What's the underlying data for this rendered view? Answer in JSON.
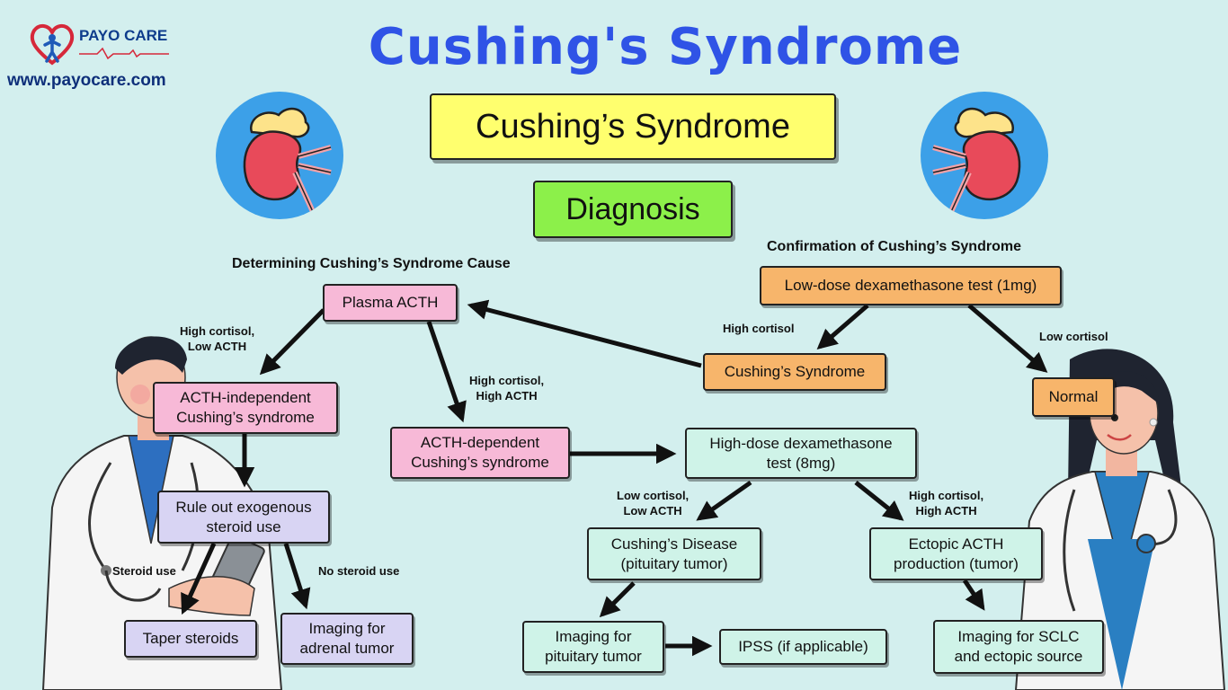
{
  "brand": {
    "name": "PAYO CARE",
    "url": "www.payocare.com"
  },
  "title": "Cushing's Syndrome",
  "subtitle_box": "Cushing’s Syndrome",
  "diagnosis_box": "Diagnosis",
  "sections": {
    "cause": "Determining Cushing’s Syndrome Cause",
    "confirmation": "Confirmation of Cushing’s Syndrome"
  },
  "nodes": {
    "low_dose": "Low-dose dexamethasone test (1mg)",
    "cushings_syndrome": "Cushing’s Syndrome",
    "normal": "Normal",
    "plasma_acth": "Plasma ACTH",
    "acth_independent": "ACTH-independent\nCushing’s syndrome",
    "acth_dependent": "ACTH-dependent\nCushing’s syndrome",
    "rule_out": "Rule out exogenous\nsteroid use",
    "taper": "Taper steroids",
    "imaging_adrenal": "Imaging for\nadrenal tumor",
    "high_dose": "High-dose dexamethasone\ntest (8mg)",
    "cushings_disease": "Cushing’s Disease\n(pituitary tumor)",
    "ectopic": "Ectopic ACTH\nproduction (tumor)",
    "imaging_pituitary": "Imaging for\npituitary tumor",
    "ipss": "IPSS (if applicable)",
    "imaging_sclc": "Imaging for SCLC\nand ectopic source"
  },
  "edge_labels": {
    "high_cortisol": "High cortisol",
    "low_cortisol": "Low cortisol",
    "high_cortisol_low_acth": "High cortisol,\nLow ACTH",
    "high_cortisol_high_acth_left": "High cortisol,\nHigh ACTH",
    "low_cortisol_low_acth": "Low cortisol,\nLow ACTH",
    "high_cortisol_high_acth_right": "High cortisol,\nHigh ACTH",
    "steroid_use": "Steroid use",
    "no_steroid_use": "No steroid use"
  },
  "icons": {
    "logo": "heart-person-logo",
    "kidney_left": "kidney-adrenal-icon",
    "kidney_right": "kidney-adrenal-icon",
    "doctor_left": "male-doctor-illustration",
    "doctor_right": "female-doctor-illustration"
  },
  "colors": {
    "title": "#2f53e6",
    "yellow": "#ffff6e",
    "green": "#8cf04a",
    "pink": "#f7b9d7",
    "orange": "#f7b56b",
    "mint": "#cff3e8",
    "lavender": "#d8d4f3",
    "background": "#d3efee"
  }
}
